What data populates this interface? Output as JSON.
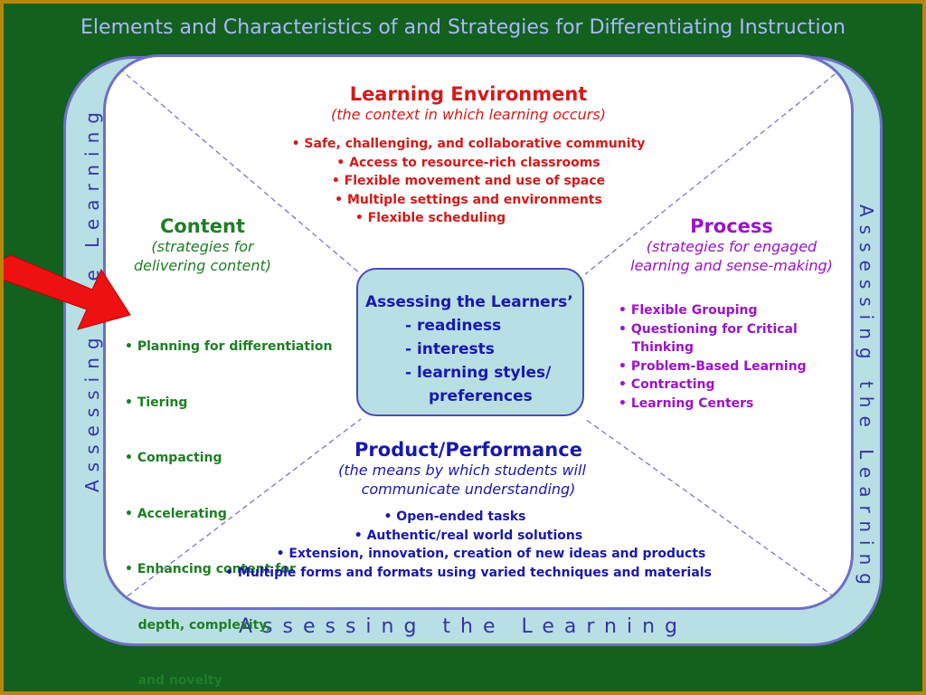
{
  "title": "Elements and Characteristics of and Strategies for Differentiating Instruction",
  "frame_label_left": "Assessing the Learning",
  "frame_label_right": "Assessing the Learning",
  "frame_label_bottom": "Assessing the Learning",
  "learning_environment": {
    "heading": "Learning Environment",
    "subtitle": "(the context in which learning occurs)",
    "items": [
      "• Safe, challenging, and collaborative community",
      "• Access to resource-rich classrooms",
      "• Flexible movement and use of space",
      "• Multiple settings and environments",
      "• Flexible scheduling"
    ]
  },
  "content": {
    "heading": "Content",
    "subtitle_lines": [
      "(strategies for",
      "delivering content)"
    ],
    "items": [
      "• Planning for differentiation",
      "• Tiering",
      "• Compacting",
      "• Accelerating",
      "• Enhancing content for",
      "   depth, complexity,",
      "   and novelty"
    ]
  },
  "process": {
    "heading": "Process",
    "subtitle_lines": [
      "(strategies for engaged",
      "learning and sense-making)"
    ],
    "items": [
      "• Flexible Grouping",
      "• Questioning for Critical",
      "   Thinking",
      "• Problem-Based Learning",
      "• Contracting",
      "• Learning Centers"
    ]
  },
  "product": {
    "heading": "Product/Performance",
    "subtitle_lines": [
      "(the means by which students will",
      "communicate understanding)"
    ],
    "items": [
      "• Open-ended tasks",
      "• Authentic/real world solutions",
      "• Extension, innovation, creation of new ideas and products",
      "• Multiple forms and formats using varied techniques and materials"
    ]
  },
  "center": {
    "title": "Assessing the Learners’",
    "items": [
      "- readiness",
      "- interests",
      "- learning styles/",
      "preferences"
    ]
  },
  "colors": {
    "background": "#13601f",
    "border_gold": "#b8860b",
    "frame_fill": "#b8dfe3",
    "frame_stroke": "#6e6ec8",
    "environment": "#d41a1a",
    "content": "#1d7f24",
    "process": "#9b14c8",
    "product": "#1818b0",
    "arrow": "#ee1111"
  }
}
